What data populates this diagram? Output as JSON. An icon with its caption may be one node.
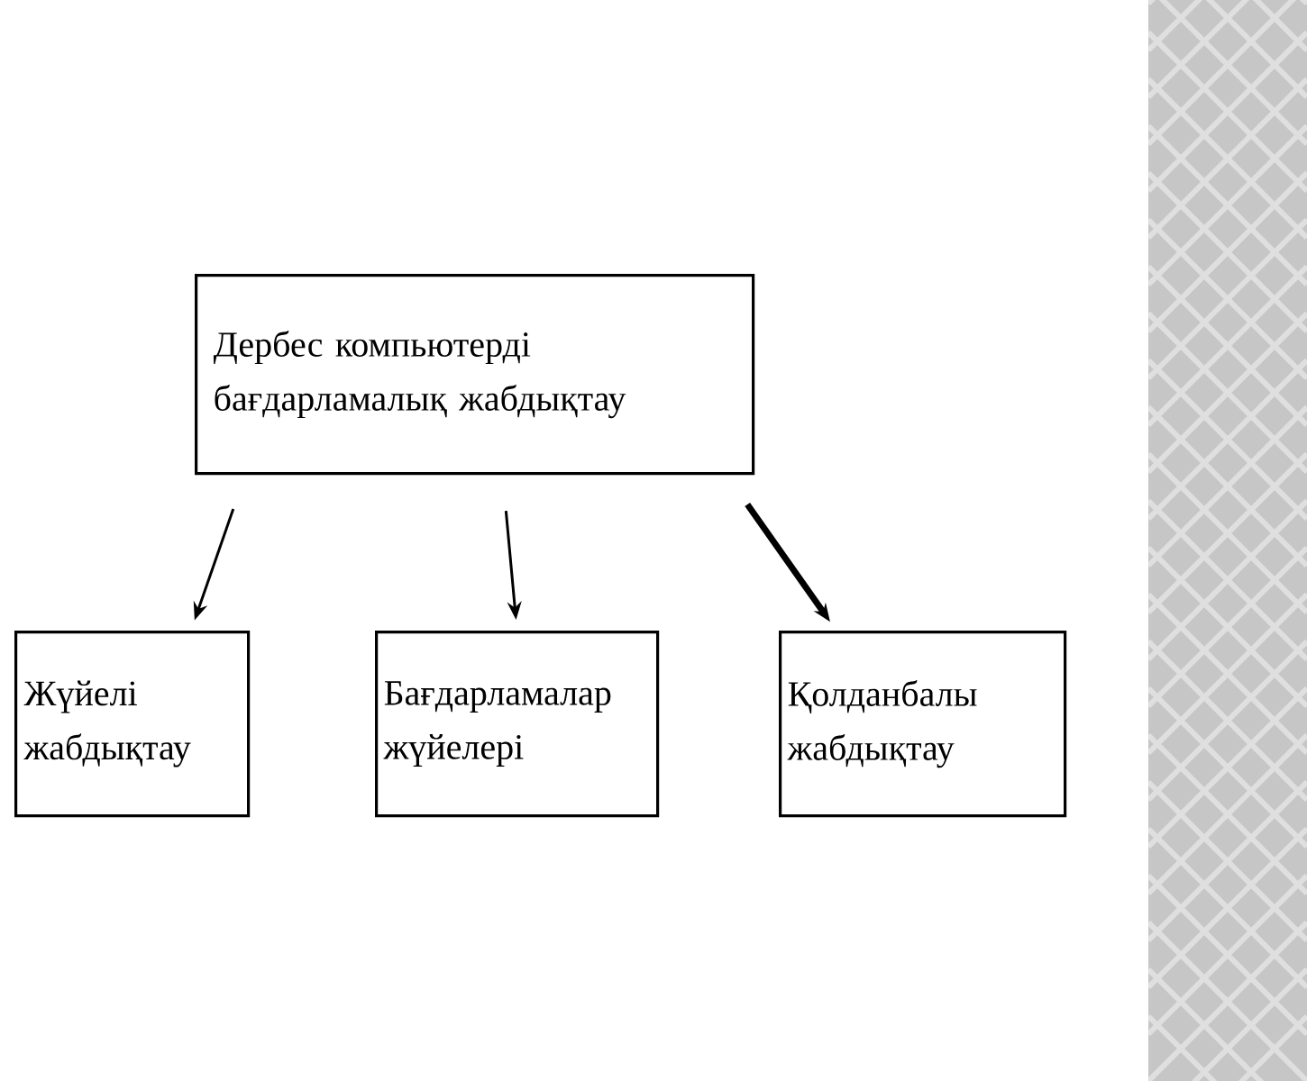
{
  "diagram": {
    "nodes": [
      {
        "text": [
          "Дербес компьютерді бағдарламалық жабдықтау"
        ]
      },
      {
        "text": [
          "Жүйелі жабдықтау"
        ]
      },
      {
        "text": [
          "Бағдарламалар жүйелері"
        ]
      },
      {
        "text": [
          "Қолданбалы жабдықтау"
        ]
      }
    ],
    "edges": [
      {
        "from": 0,
        "to": 1,
        "arrow": "to"
      },
      {
        "from": 0,
        "to": 2,
        "arrow": "to"
      },
      {
        "from": 0,
        "to": 3,
        "arrow": "to",
        "style": "thick"
      }
    ]
  }
}
